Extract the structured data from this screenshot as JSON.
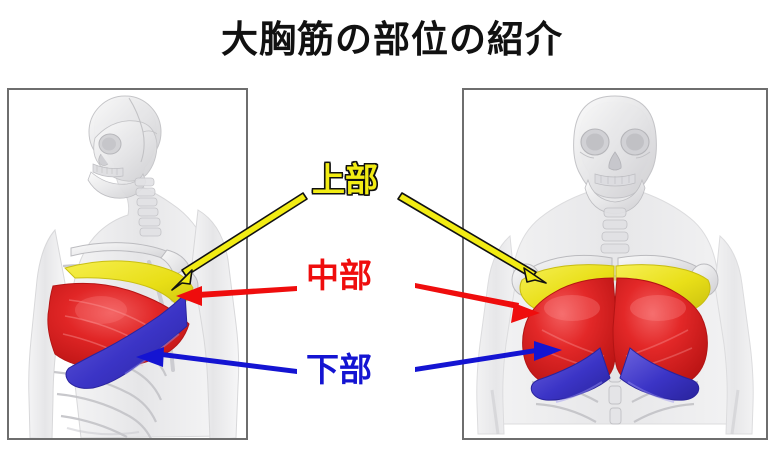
{
  "page": {
    "title": "大胸筋の部位の紹介",
    "background": "#ffffff"
  },
  "colors": {
    "upper": "#f2ec14",
    "upper_outline": "#111111",
    "middle": "#ef0d0d",
    "lower": "#1414d2",
    "muscle_red": "#e02020",
    "muscle_yellow": "#ece31a",
    "muscle_blue": "#3b34c6",
    "bone": "#e9e9ea",
    "bone_line": "#b9b9bb",
    "skin": "#ececed",
    "frame_border": "#6e6e6e"
  },
  "labels": [
    {
      "id": "upper",
      "text": "上部",
      "color": "#f2ec14",
      "meaning": "upper-pectoral"
    },
    {
      "id": "middle",
      "text": "中部",
      "color": "#ef0d0d",
      "meaning": "middle-pectoral"
    },
    {
      "id": "lower",
      "text": "下部",
      "color": "#1414d2",
      "meaning": "lower-pectoral"
    }
  ],
  "panels": [
    {
      "id": "left",
      "name": "oblique-view",
      "caption": "",
      "regions": [
        {
          "id": "upper",
          "color": "#ece31a"
        },
        {
          "id": "middle",
          "color": "#e02020"
        },
        {
          "id": "lower",
          "color": "#3b34c6"
        }
      ]
    },
    {
      "id": "right",
      "name": "frontal-view",
      "caption": "",
      "regions": [
        {
          "id": "upper",
          "color": "#ece31a"
        },
        {
          "id": "middle",
          "color": "#e02020"
        },
        {
          "id": "lower",
          "color": "#3b34c6"
        }
      ]
    }
  ],
  "arrows": [
    {
      "id": "upper-left",
      "color": "#f2ec14",
      "outline": "#111111",
      "points_to": "left-panel-upper-region"
    },
    {
      "id": "upper-right",
      "color": "#f2ec14",
      "outline": "#111111",
      "points_to": "right-panel-upper-region"
    },
    {
      "id": "middle-left",
      "color": "#ef0d0d",
      "outline": "none",
      "points_to": "left-panel-middle-region"
    },
    {
      "id": "middle-right",
      "color": "#ef0d0d",
      "outline": "none",
      "points_to": "right-panel-middle-region"
    },
    {
      "id": "lower-left",
      "color": "#1414d2",
      "outline": "none",
      "points_to": "left-panel-lower-region"
    },
    {
      "id": "lower-right",
      "color": "#1414d2",
      "outline": "none",
      "points_to": "right-panel-lower-region"
    }
  ]
}
